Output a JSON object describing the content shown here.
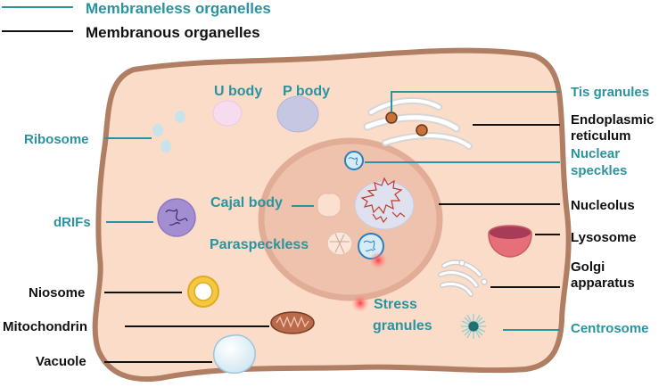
{
  "legend": {
    "membraneless": "Membraneless organelles",
    "membranous": "Membranous organelles",
    "membraneless_color": "#2a93a0",
    "membranous_color": "#000000"
  },
  "colors": {
    "cell_fill": "#fbdcc8",
    "cell_border": "#b07e63",
    "nucleus_fill": "#efc2ad",
    "nucleus_border": "#e2ad97"
  },
  "labels": {
    "u_body": "U body",
    "p_body": "P body",
    "tis_granules": "Tis granules",
    "endoplasmic_line1": "Endoplasmic",
    "endoplasmic_line2": "reticulum",
    "ribosome": "Ribosome",
    "nuclear_line1": "Nuclear",
    "nuclear_line2": "speckles",
    "cajal_body": "Cajal body",
    "nucleolus": "Nucleolus",
    "drifs": "dRIFs",
    "paraspeckless": "Paraspeckless",
    "lysosome": "Lysosome",
    "golgi_line1": "Golgi",
    "golgi_line2": "apparatus",
    "niosome": "Niosome",
    "stress_line1": "Stress",
    "stress_line2": "granules",
    "mitochondrin": "Mitochondrin",
    "centrosome": "Centrosome",
    "vacuole": "Vacuole"
  }
}
